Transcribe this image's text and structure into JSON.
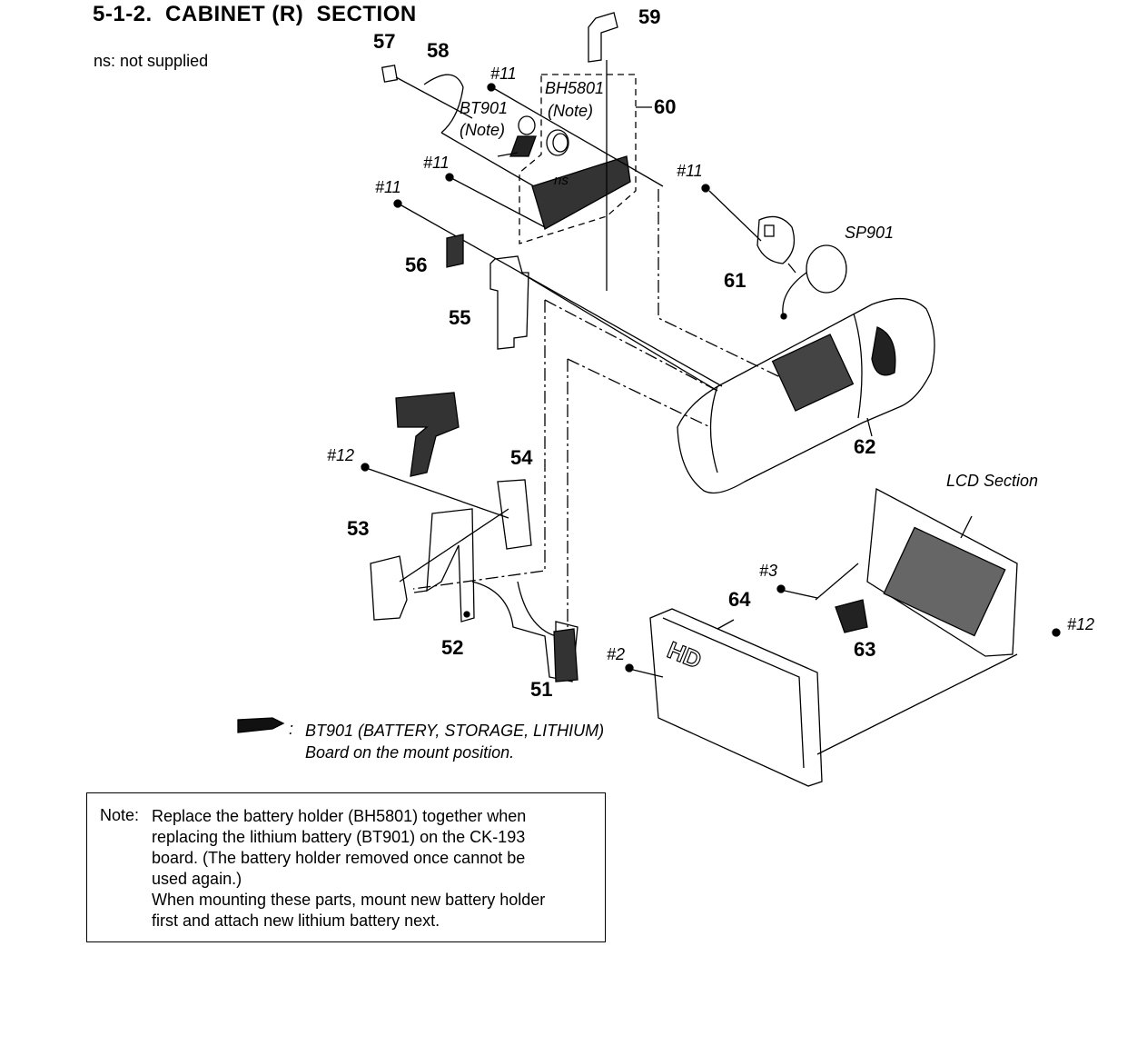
{
  "header": {
    "title": "5-1-2.  CABINET (R)  SECTION",
    "subtitle": "ns: not supplied"
  },
  "diagram": {
    "part_numbers": [
      "51",
      "52",
      "53",
      "54",
      "55",
      "56",
      "57",
      "58",
      "59",
      "60",
      "61",
      "62",
      "63",
      "64"
    ],
    "screw_labels": {
      "s11_a": "#11",
      "s11_b": "#11",
      "s11_c": "#11",
      "s11_d": "#11",
      "s12_a": "#12",
      "s12_b": "#12",
      "s3": "#3",
      "s2": "#2"
    },
    "component_labels": {
      "bh5801": "BH5801",
      "bh5801_note": "(Note)",
      "bt901": "BT901",
      "bt901_note": "(Note)",
      "ns": "ns",
      "sp901": "SP901",
      "lcd_section": "LCD Section",
      "hd_logo": "HD"
    }
  },
  "legend": {
    "line1": "BT901 (BATTERY, STORAGE, LITHIUM)",
    "line2": "Board on the mount position."
  },
  "note": {
    "head": "Note:",
    "lines": [
      "Replace the battery holder (BH5801) together when",
      "replacing the lithium battery (BT901) on the CK-193",
      "board. (The battery holder removed once cannot be",
      "used again.)",
      "When mounting these parts, mount new battery holder",
      "first and attach new lithium battery next."
    ]
  },
  "colors": {
    "ink": "#000000",
    "paper": "#ffffff",
    "shade": "#555555"
  }
}
